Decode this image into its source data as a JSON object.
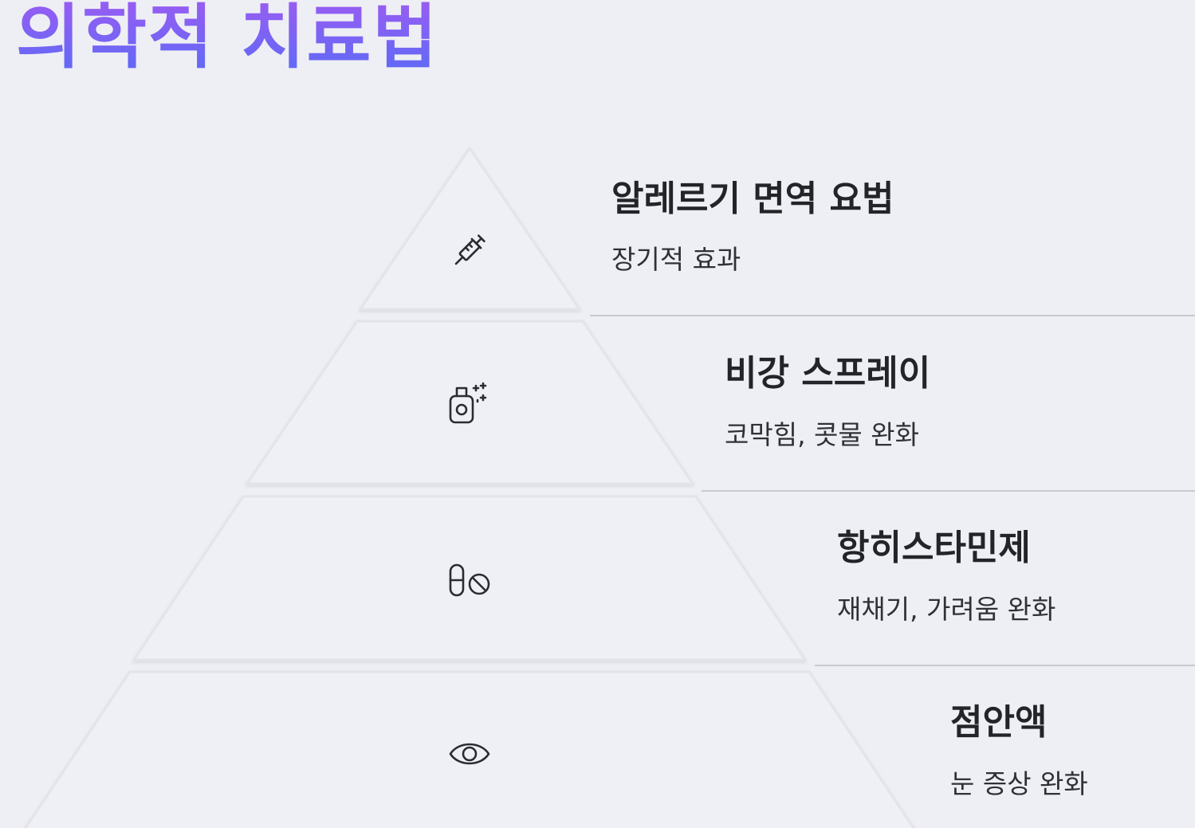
{
  "title": "의학적 치료법",
  "tiers": [
    {
      "title": "알레르기 면역 요법",
      "description": "장기적 효과",
      "icon": "syringe-icon"
    },
    {
      "title": "비강 스프레이",
      "description": "코막힘, 콧물 완화",
      "icon": "spray-icon"
    },
    {
      "title": "항히스타민제",
      "description": "재채기, 가려움 완화",
      "icon": "pill-icon"
    },
    {
      "title": "점안액",
      "description": "눈 증상 완화",
      "icon": "eye-icon"
    }
  ],
  "colors": {
    "title_gradient_start": "#9b5cf2",
    "title_gradient_end": "#5b6bf6",
    "background": "#eeeff4",
    "text": "#222428",
    "divider": "#c9cace"
  }
}
